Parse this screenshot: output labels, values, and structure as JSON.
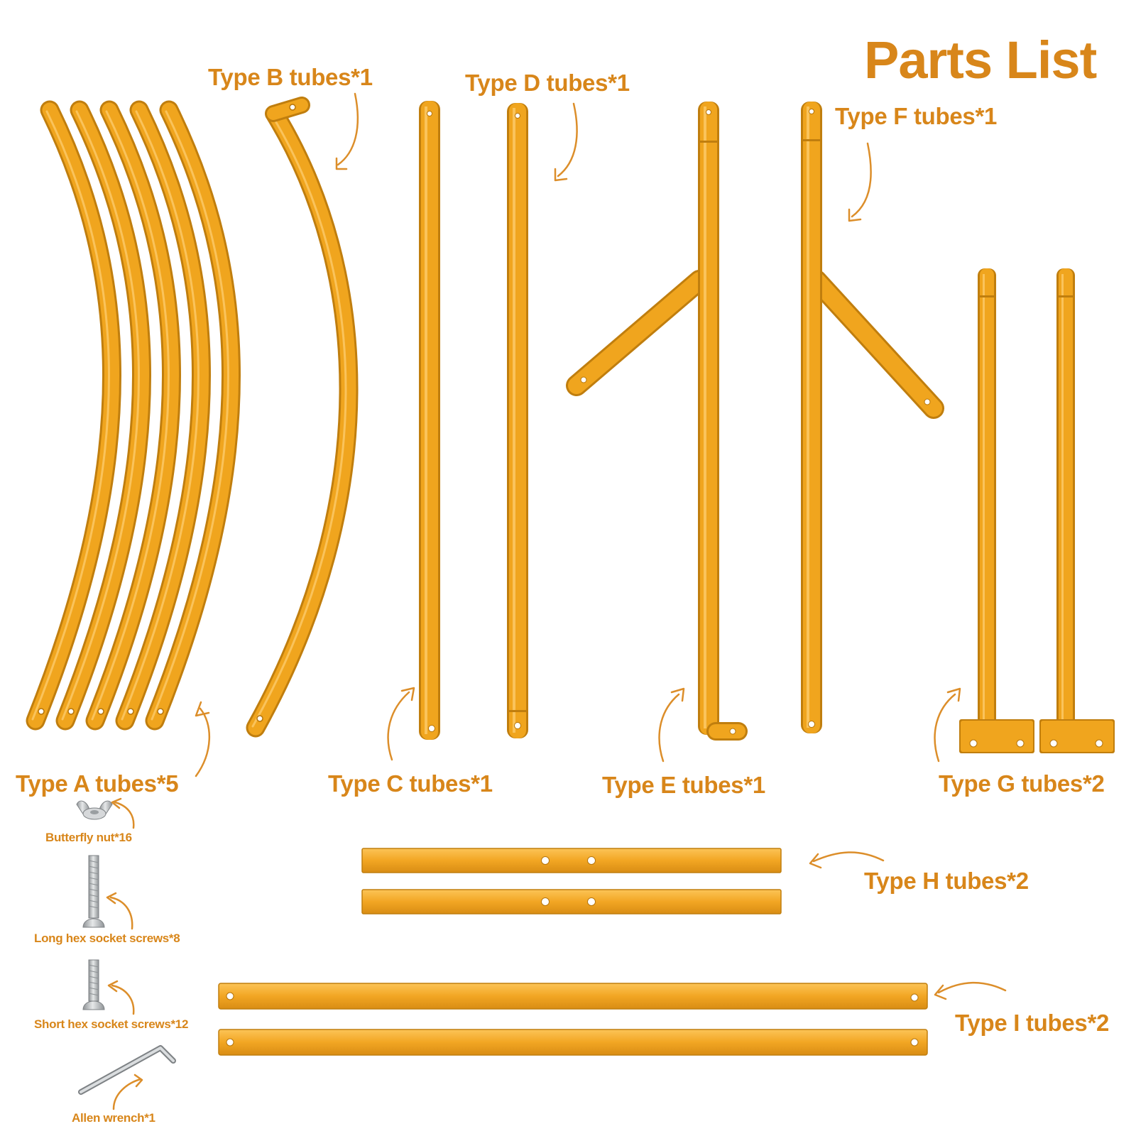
{
  "title": "Parts List",
  "colors": {
    "tube": "#F0A51E",
    "tube_dark": "#C07E0E",
    "tube_light": "#FCCB6A",
    "label": "#D8861A",
    "arrow": "#DC8E2A",
    "metal": "#C9CCCE",
    "metal_dark": "#8F9396"
  },
  "labels": {
    "type_a": "Type A tubes*5",
    "type_b": "Type B tubes*1",
    "type_c": "Type C tubes*1",
    "type_d": "Type D tubes*1",
    "type_e": "Type E tubes*1",
    "type_f": "Type F tubes*1",
    "type_g": "Type G tubes*2",
    "type_h": "Type H tubes*2",
    "type_i": "Type I tubes*2",
    "butterfly_nut": "Butterfly nut*16",
    "long_screws": "Long hex socket screws*8",
    "short_screws": "Short hex socket screws*12",
    "allen_wrench": "Allen wrench*1"
  },
  "icons": {
    "butterfly_nut": "wing-nut-icon",
    "long_screw": "hex-screw-icon",
    "short_screw": "hex-screw-icon",
    "allen_wrench": "allen-key-icon"
  }
}
